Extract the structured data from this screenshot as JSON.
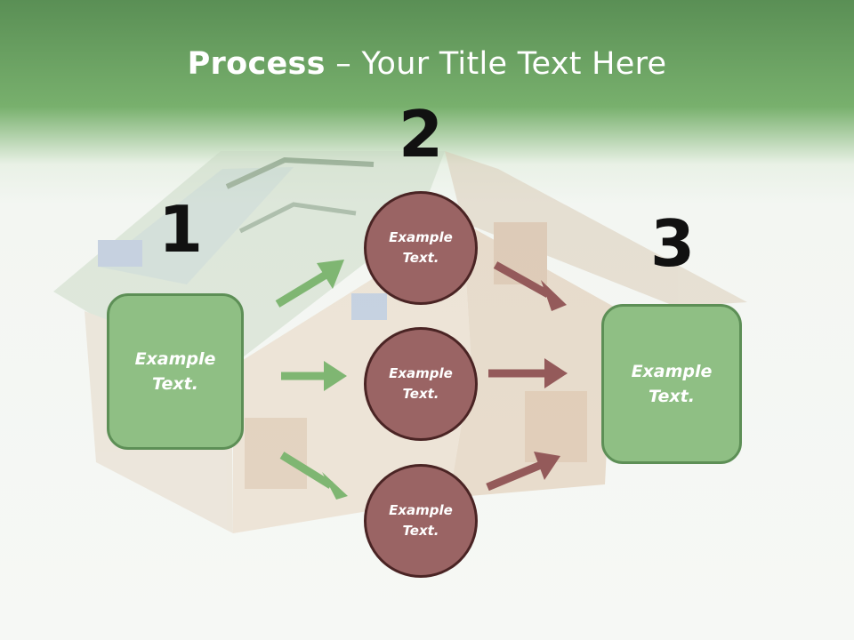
{
  "title": {
    "strong": "Process",
    "rest": " – Your Title Text Here"
  },
  "steps": [
    {
      "number": "1"
    },
    {
      "number": "2"
    },
    {
      "number": "3"
    }
  ],
  "left_box": {
    "text": "Example Text."
  },
  "circles": [
    {
      "text": "Example Text."
    },
    {
      "text": "Example Text."
    },
    {
      "text": "Example Text."
    }
  ],
  "right_box": {
    "text": "Example Text."
  },
  "colors": {
    "green_fill": "#8fbf84",
    "green_border": "#5d8f56",
    "green_arrow": "#7fb672",
    "circle_fill": "#9a6464",
    "circle_border": "#4a2424",
    "red_arrow": "#945a5a"
  }
}
